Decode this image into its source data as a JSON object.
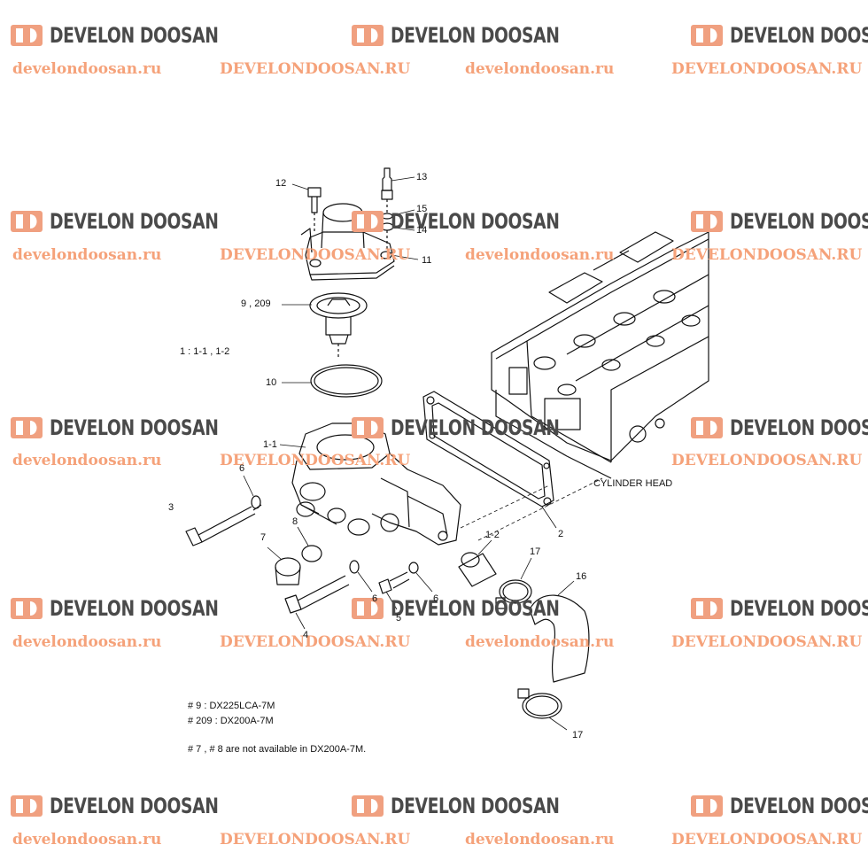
{
  "watermark": {
    "brand": "DEVELON DOOSAN",
    "url_lower": "develondoosan.ru",
    "url_upper": "DEVELONDOOSAN.RU",
    "logo_icon": "develon-doosan-logo-icon",
    "brand_color": "#4a4a4a",
    "logo_color": "#f0a080",
    "url_color": "#f5a27a"
  },
  "callouts": {
    "c12": "12",
    "c13": "13",
    "c15": "15",
    "c14": "14",
    "c11": "11",
    "c9": "9 , 209",
    "c1": "1 : 1-1 , 1-2",
    "c10": "10",
    "c1_1": "1-1",
    "c6a": "6",
    "c3": "3",
    "c8": "8",
    "c7": "7",
    "c2": "2",
    "c1_2": "1-2",
    "c17a": "17",
    "c16": "16",
    "c6b": "6",
    "c6c": "6",
    "c5": "5",
    "c4": "4",
    "c17b": "17"
  },
  "labels": {
    "cylinder_head": "CYLINDER HEAD"
  },
  "notes": {
    "n1": "# 9 : DX225LCA-7M",
    "n2": "# 209 : DX200A-7M",
    "n3": "# 7 , # 8 are not available in DX200A-7M."
  }
}
